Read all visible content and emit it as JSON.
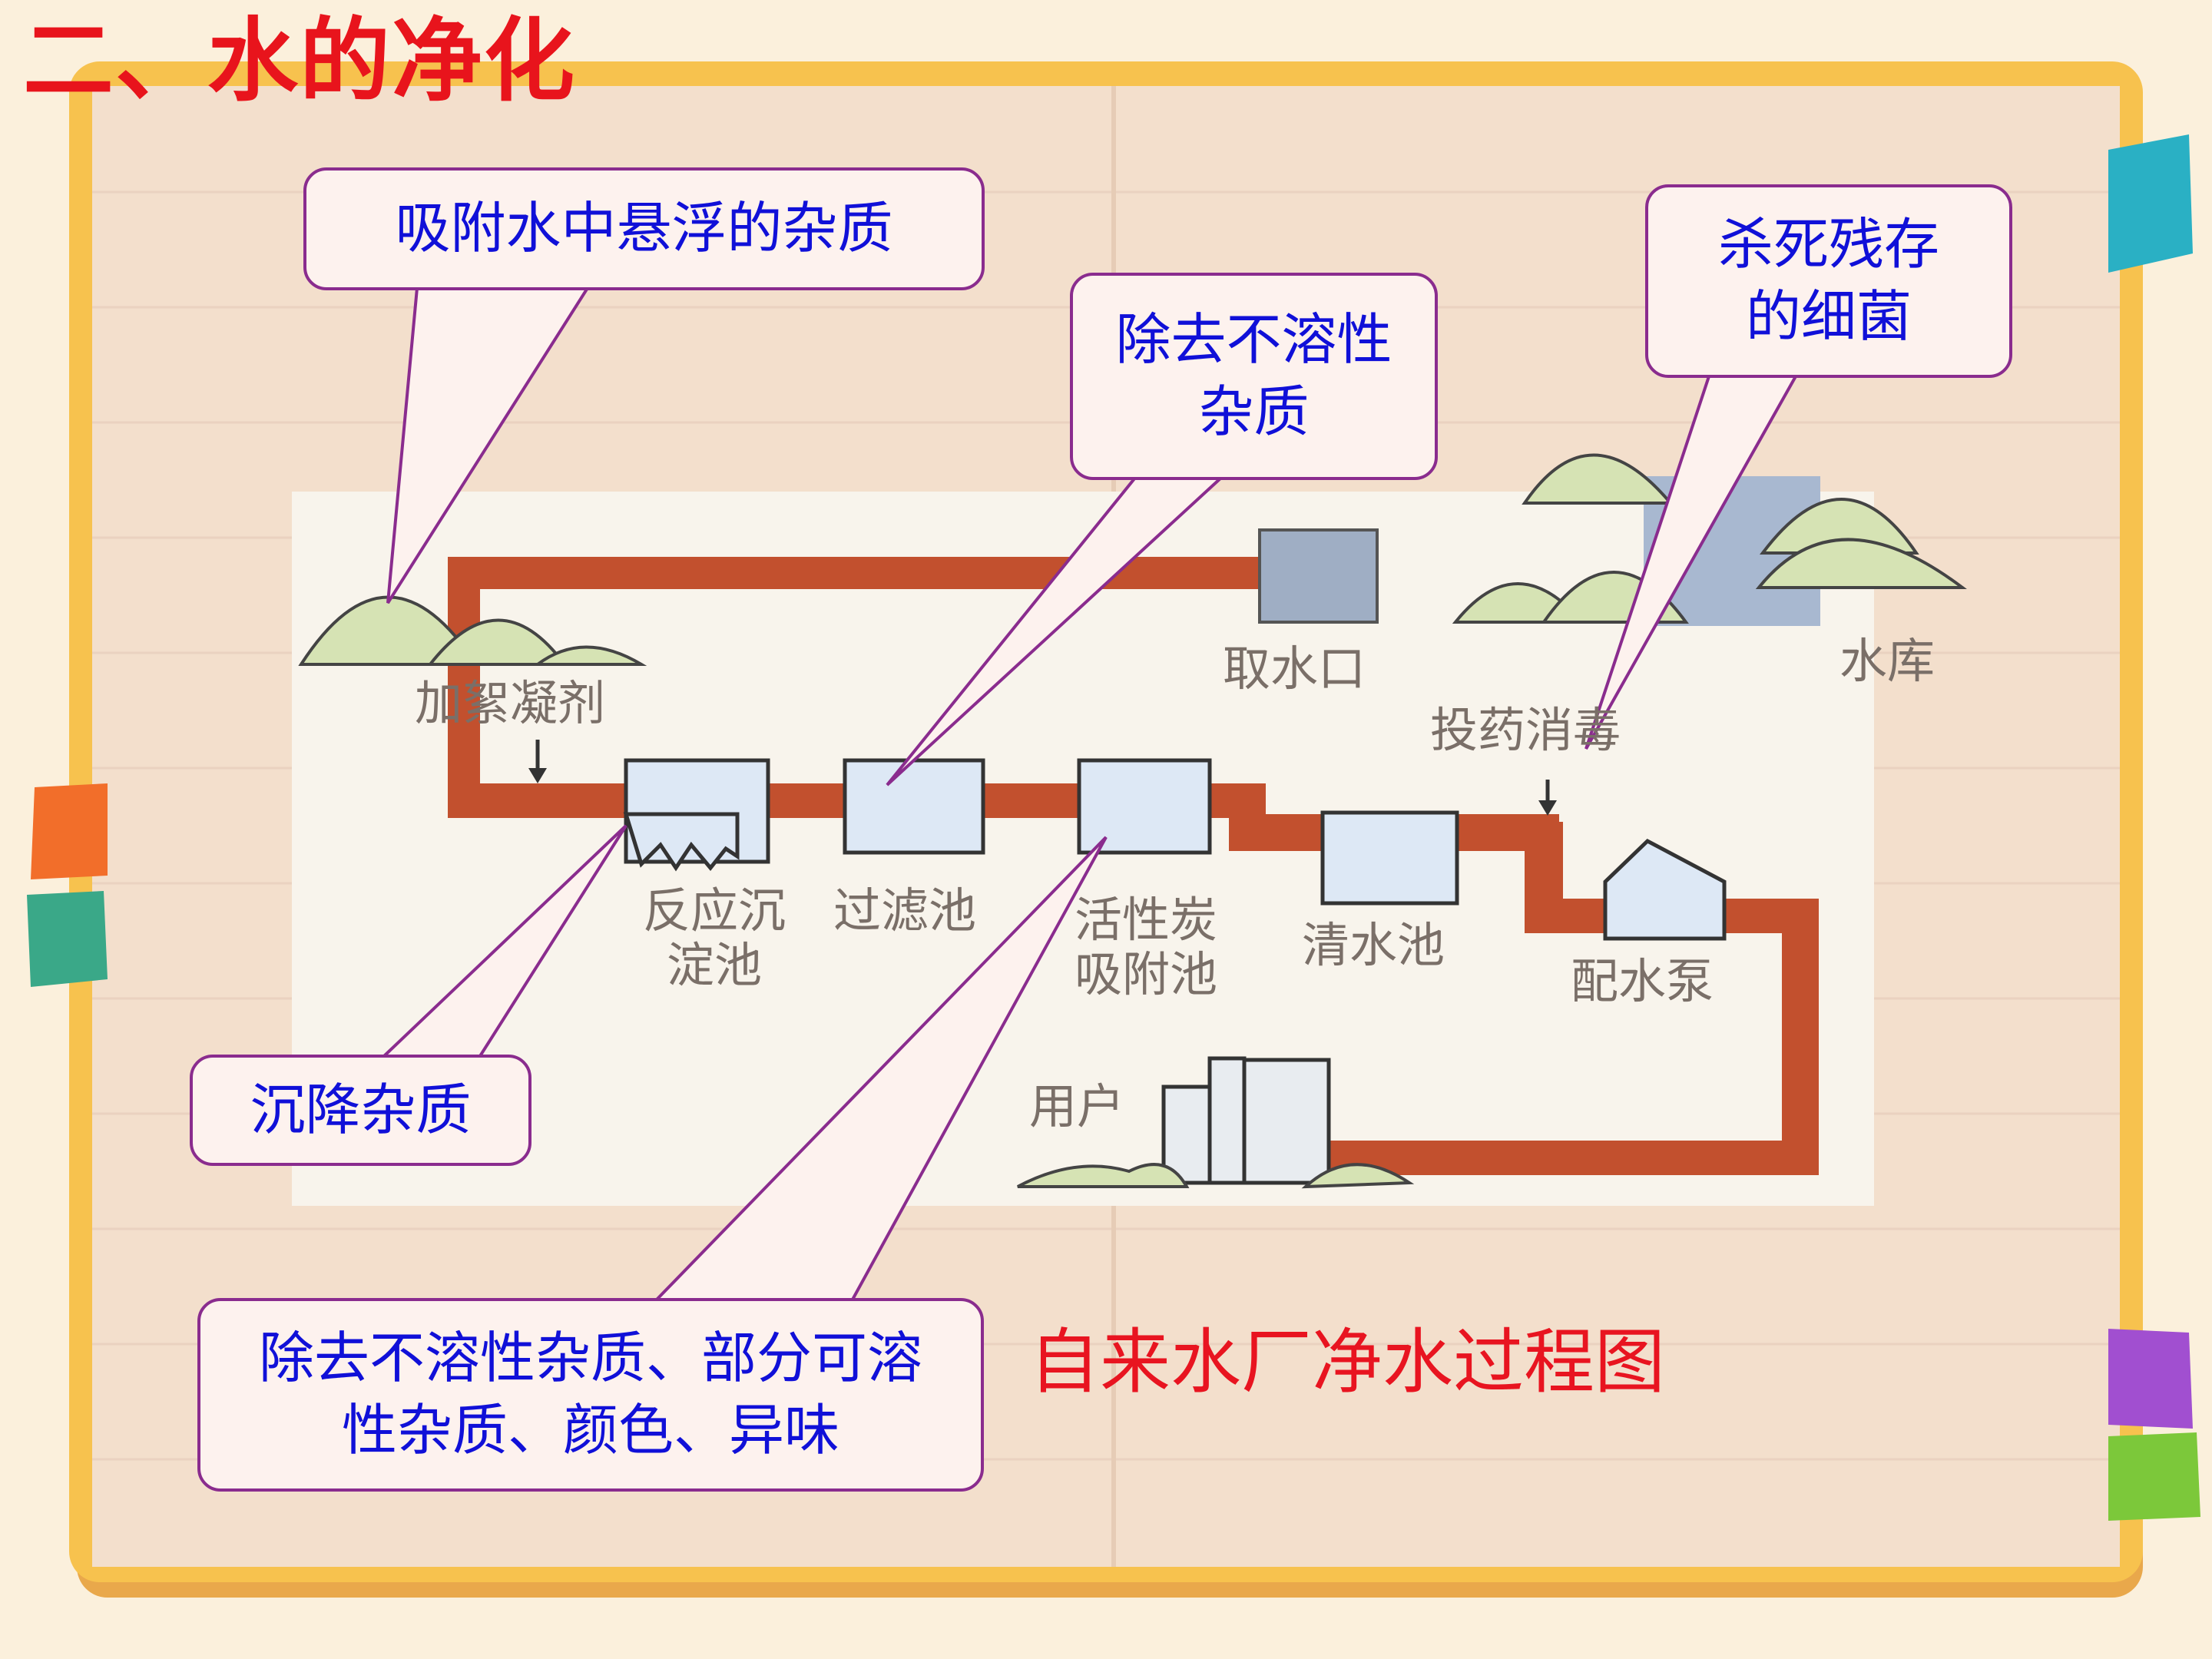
{
  "page": {
    "title": "二、水的净化"
  },
  "diagram": {
    "caption": "自来水厂净水过程图",
    "stations": {
      "reservoir": "水库",
      "intake": "取水口",
      "coagulant": "加絮凝剂",
      "sedimentation": "反应沉淀池",
      "filter": "过滤池",
      "carbon": "活性炭吸附池",
      "clear_pool": "清水池",
      "disinfect": "投药消毒",
      "pump": "配水泵",
      "user": "用户"
    },
    "callouts": {
      "adsorb_suspended": "吸附水中悬浮的杂质",
      "remove_insoluble": "除去不溶性杂质",
      "kill_bacteria": "杀死残存的细菌",
      "settle": "沉降杂质",
      "carbon_effect": "除去不溶性杂质、部分可溶性杂质、颜色、异味"
    }
  },
  "colors": {
    "pipe": "#c2502e",
    "pool": "#dde8f5",
    "hill": "#d6e3b4",
    "callout_border": "#8a2c8e",
    "callout_text": "#1010d8",
    "title": "#e8141c"
  }
}
